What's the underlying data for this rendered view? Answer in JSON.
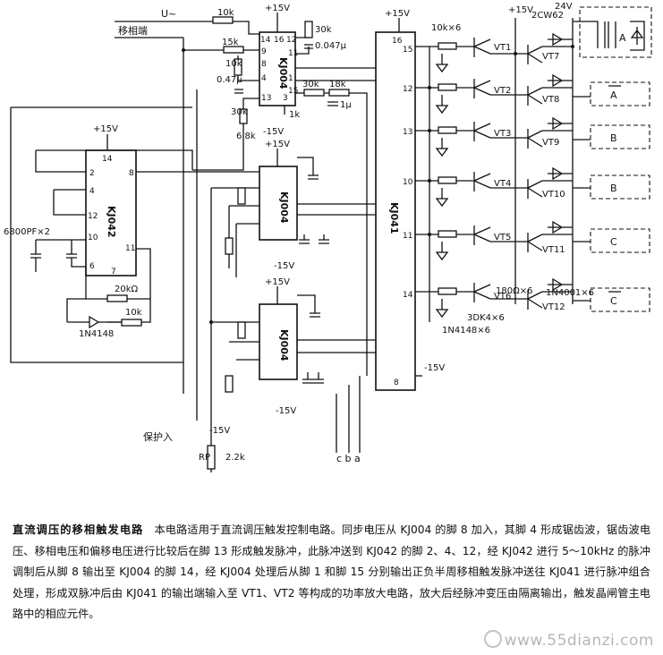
{
  "labels": {
    "uc": "U~",
    "phase_shift_end": "移相端",
    "protect_in": "保护入",
    "rp": "RP",
    "cba": "c b a",
    "plus15": "+15V",
    "minus15": "-15V",
    "plus15_vt7": "+15V",
    "v24": "24V",
    "zener": "2CW62",
    "r10k": "10k",
    "r30k": "30k",
    "c047": "0.047μ",
    "r15k": "15k",
    "c047b": "0.47μ",
    "r1k": "1k",
    "r18k": "18k",
    "c1u": "1μ",
    "r6_8k": "6.8k",
    "c6800": "6800PF×2",
    "r20k": "20kΩ",
    "d1n4148": "1N4148",
    "r22k": "2.2k",
    "r10kx6": "10k×6",
    "r180x6": "180Ω×6",
    "d4001x6": "1N4001×6",
    "t3dk4x6": "3DK4×6",
    "d4148x6": "1N4148×6"
  },
  "ics": {
    "u1": "KJ004",
    "u2": "KJ004",
    "u3": "KJ004",
    "u4": "KJ042",
    "u5": "KJ041"
  },
  "transistors": [
    "VT1",
    "VT2",
    "VT3",
    "VT4",
    "VT5",
    "VT6",
    "VT7",
    "VT8",
    "VT9",
    "VT10",
    "VT11",
    "VT12"
  ],
  "outputs": [
    "A",
    "A",
    "B",
    "B",
    "C",
    "C"
  ],
  "out_box_a": "A",
  "caption": {
    "title": "直流调压的移相触发电路",
    "body": "本电路适用于直流调压触发控制电路。同步电压从 KJ004 的脚 8 加入，其脚 4 形成锯齿波，锯齿波电压、移相电压和偏移电压进行比较后在脚 13 形成触发脉冲，此脉冲送到 KJ042 的脚 2、4、12，经 KJ042 进行 5～10kHz 的脉冲调制后从脚 8 输出至 KJ004 的脚 14，经 KJ004 处理后从脚 1 和脚 15 分别输出正负半周移相触发脉冲送往 KJ041 进行脉冲组合处理，形成双脉冲后由 KJ041 的输出端输入至 VT1、VT2 等构成的功率放大电路，放大后经脉冲变压由隔离输出，触发晶闸管主电路中的相应元件。"
  },
  "watermark": "www.55dianzi.com"
}
